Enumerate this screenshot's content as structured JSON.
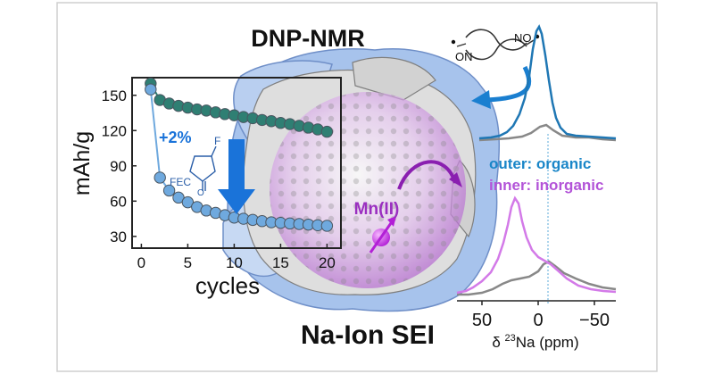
{
  "title_top": "DNP-NMR",
  "title_bottom": "Na-Ion SEI",
  "capacity_chart": {
    "ylabel": "mAh/g",
    "xlabel": "cycles",
    "yticks": [
      "150",
      "120",
      "90",
      "60",
      "30"
    ],
    "xticks": [
      "0",
      "5",
      "10",
      "15",
      "20"
    ],
    "annotation_percent": "+2%",
    "fec_label": "FEC",
    "fluorine_label": "F"
  },
  "chart_data": {
    "type": "scatter",
    "xlabel": "cycles",
    "ylabel": "mAh/g",
    "xlim": [
      -1,
      21.5
    ],
    "ylim": [
      20,
      165
    ],
    "series": [
      {
        "name": "",
        "color": "#2f7f73",
        "x": [
          1,
          2,
          3,
          4,
          5,
          6,
          7,
          8,
          9,
          10,
          11,
          12,
          13,
          14,
          15,
          16,
          17,
          18,
          19,
          20
        ],
        "y": [
          160,
          146,
          143,
          141,
          139.5,
          138,
          137,
          135.5,
          134,
          133,
          131.5,
          130.5,
          129,
          128,
          126.5,
          125.5,
          124,
          122.5,
          121,
          119
        ]
      },
      {
        "name": "",
        "color": "#6fa9de",
        "x": [
          1,
          2,
          3,
          4,
          5,
          6,
          7,
          8,
          9,
          10,
          11,
          12,
          13,
          14,
          15,
          16,
          17,
          18,
          19,
          20
        ],
        "y": [
          155,
          80,
          69,
          63,
          59,
          55,
          52,
          50,
          48,
          46,
          45,
          44,
          43,
          42,
          41.5,
          41,
          40.5,
          40,
          39.5,
          39
        ]
      }
    ]
  },
  "molecule": {
    "left_label": "ON",
    "right_label": "NO"
  },
  "center_label": "Mn(II)",
  "nmr_panel": {
    "outer_label": "outer: organic",
    "inner_label": "inner: inorganic",
    "xticks": [
      "50",
      "0",
      "−50"
    ],
    "xlabel_prefix": "δ ",
    "xlabel_sup": "23",
    "xlabel_suffix": "Na (ppm)"
  },
  "colors": {
    "organic": "#1f77b4",
    "inorganic": "#a83fc4",
    "cycle_top": "#2f7f73",
    "cycle_bottom": "#6fa9de",
    "reference": "#888888"
  }
}
